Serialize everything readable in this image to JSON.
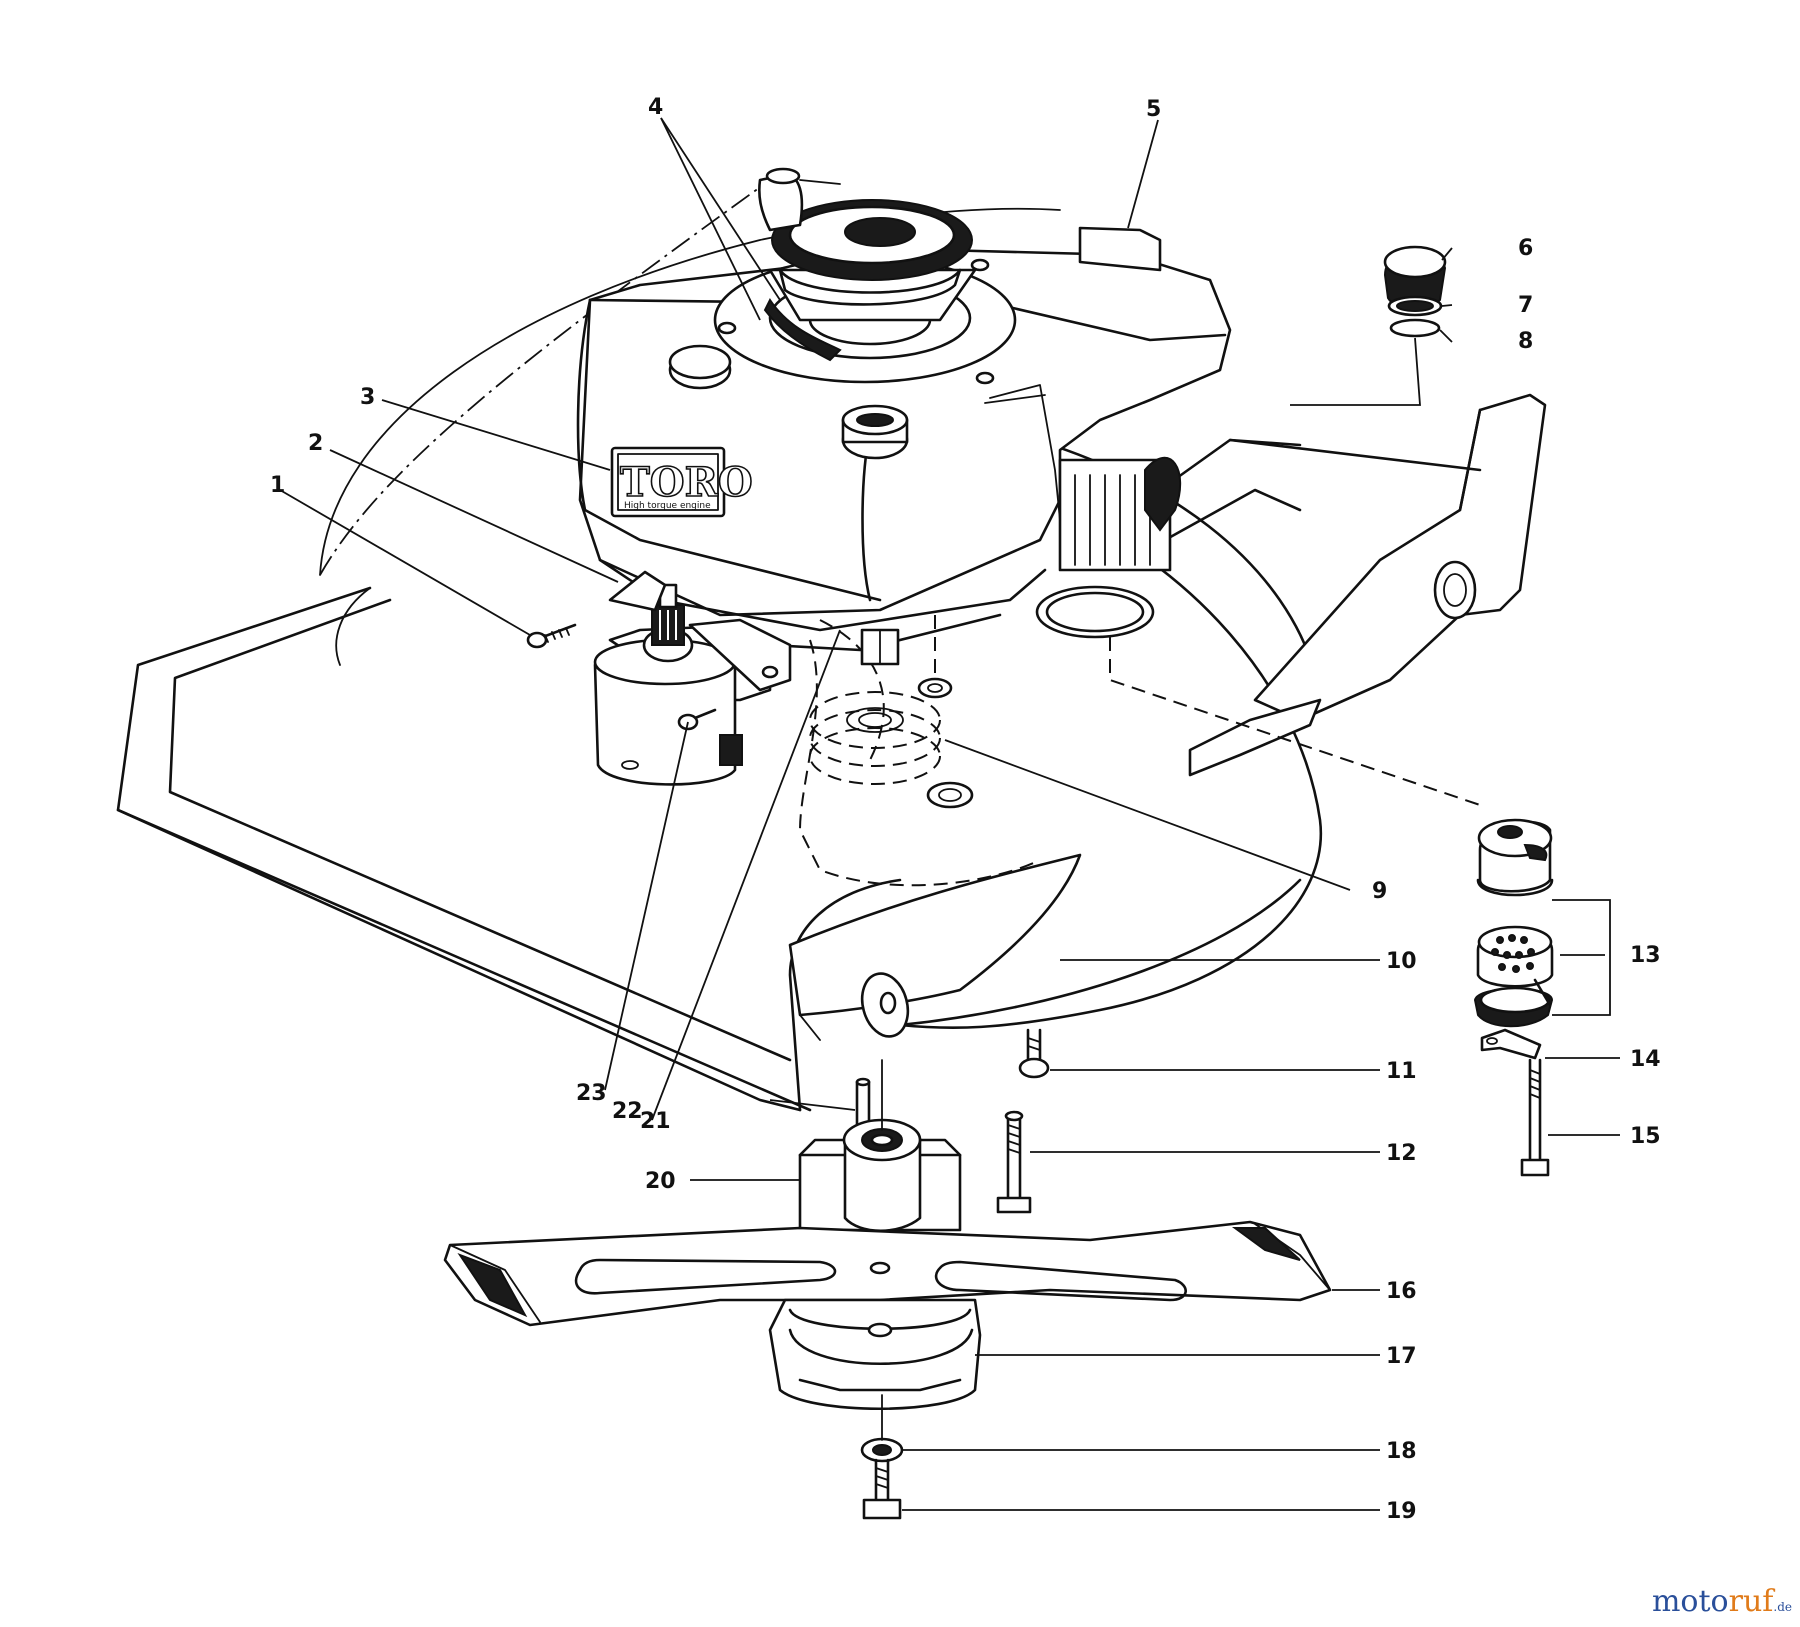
{
  "diagram": {
    "callouts": [
      {
        "id": "1",
        "label": "1"
      },
      {
        "id": "2",
        "label": "2"
      },
      {
        "id": "3",
        "label": "3"
      },
      {
        "id": "4",
        "label": "4"
      },
      {
        "id": "5",
        "label": "5"
      },
      {
        "id": "6",
        "label": "6"
      },
      {
        "id": "7",
        "label": "7"
      },
      {
        "id": "8",
        "label": "8"
      },
      {
        "id": "9",
        "label": "9"
      },
      {
        "id": "10",
        "label": "10"
      },
      {
        "id": "11",
        "label": "11"
      },
      {
        "id": "12",
        "label": "12"
      },
      {
        "id": "13",
        "label": "13"
      },
      {
        "id": "14",
        "label": "14"
      },
      {
        "id": "15",
        "label": "15"
      },
      {
        "id": "16",
        "label": "16"
      },
      {
        "id": "17",
        "label": "17"
      },
      {
        "id": "18",
        "label": "18"
      },
      {
        "id": "19",
        "label": "19"
      },
      {
        "id": "20",
        "label": "20"
      },
      {
        "id": "21",
        "label": "21"
      },
      {
        "id": "22",
        "label": "22"
      },
      {
        "id": "23",
        "label": "23"
      }
    ],
    "engine_logo": "TORO",
    "engine_logo_sub": "High torque engine"
  },
  "watermark": {
    "part1": "moto",
    "part2": "ruf",
    "part3": ".de"
  }
}
